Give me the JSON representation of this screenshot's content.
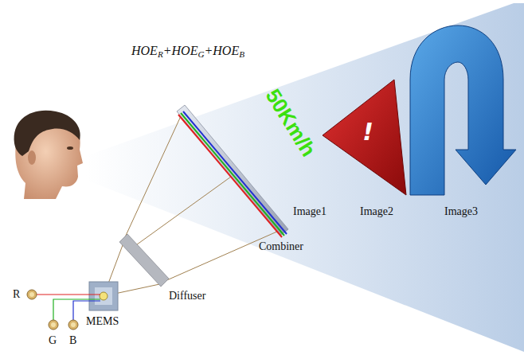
{
  "diagram": {
    "nodes": [
      {
        "text": [
          "!"
        ]
      }
    ],
    "labels": [
      "HOER+HOEG+HOEB",
      "50Km/h",
      "Image1",
      "Image2",
      "Image3",
      "Combiner",
      "Diffuser",
      "MEMS",
      "R",
      "G",
      "B"
    ]
  }
}
